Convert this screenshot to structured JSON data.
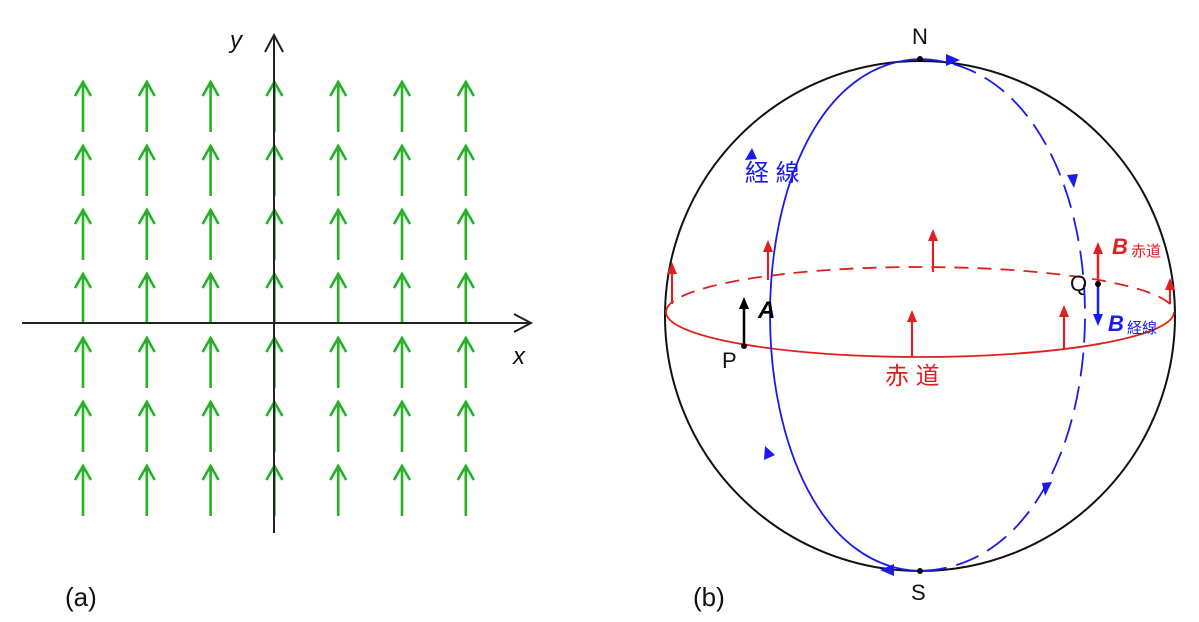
{
  "panel_a": {
    "label": "(a)",
    "x_axis_label": "x",
    "y_axis_label": "y",
    "columns": 7,
    "rows": 7,
    "arrow_color": "#22b422",
    "axis_color": "#222222"
  },
  "panel_b": {
    "label": "(b)",
    "north": "N",
    "south": "S",
    "point_p": "P",
    "point_q": "Q",
    "meridian_label": "経 線",
    "equator_label": "赤 道",
    "vector_a": "A",
    "vector_b_equator_main": "B",
    "vector_b_equator_sub": "赤道",
    "vector_b_meridian_main": "B",
    "vector_b_meridian_sub": "経線",
    "meridian_color": "#1a1aee",
    "equator_color": "#e02020",
    "sphere_color": "#111111",
    "vector_a_color": "#000000"
  }
}
